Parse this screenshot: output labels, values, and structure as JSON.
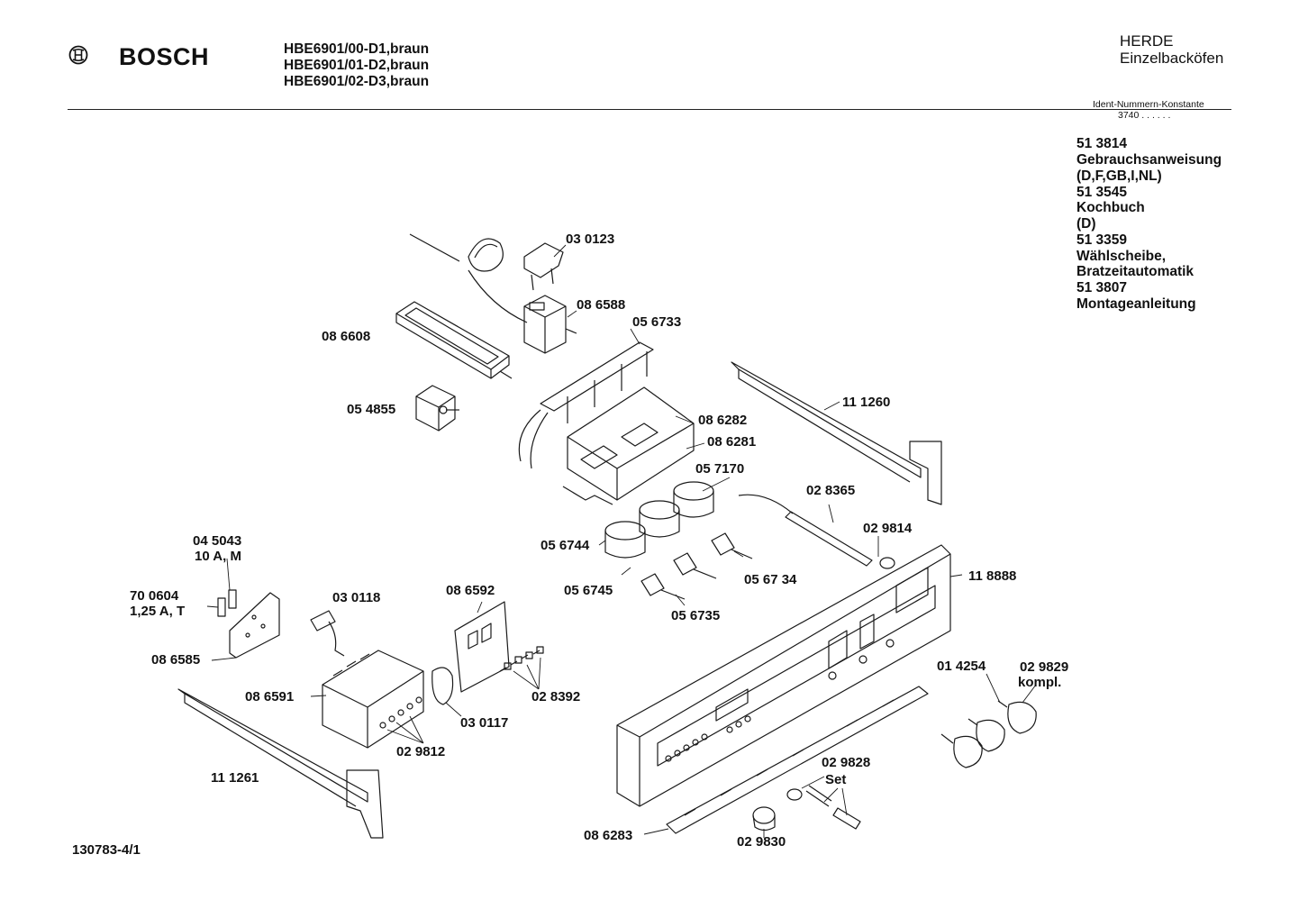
{
  "header": {
    "brand": "BOSCH",
    "models": [
      "HBE6901/00-D1,braun",
      "HBE6901/01-D2,braun",
      "HBE6901/02-D3,braun"
    ],
    "category": "HERDE",
    "subcategory": "Einzelbacköfen",
    "ident_label": "Ident-Nummern-Konstante",
    "ident_value": "3740  . .  . . . ."
  },
  "documents": [
    "51 3814",
    "Gebrauchsanweisung",
    "(D,F,GB,I,NL)",
    "51 3545",
    "Kochbuch",
    "(D)",
    "51 3359",
    "Wählscheibe,",
    "Bratzeitautomatik",
    "51 3807",
    "Montageanleitung"
  ],
  "parts": {
    "p030123": "03 0123",
    "p086588": "08 6588",
    "p056733": "05 6733",
    "p086608": "08 6608",
    "p054855": "05 4855",
    "p111260": "11 1260",
    "p086282": "08 6282",
    "p086281": "08 6281",
    "p057170": "05 7170",
    "p028365": "02 8365",
    "p029814": "02 9814",
    "p056744": "05 6744",
    "p056745": "05 6745",
    "p056734": "05 67 34",
    "p056735": "05 6735",
    "p118888": "11 8888",
    "p045043": "04 5043",
    "p045043b": "10 A, M",
    "p700604": "70 0604",
    "p700604b": "1,25 A, T",
    "p030118": "03 0118",
    "p086592": "08 6592",
    "p086585": "08 6585",
    "p086591": "08 6591",
    "p028392": "02 8392",
    "p030117": "03 0117",
    "p029812": "02 9812",
    "p014254": "01 4254",
    "p029829": "02 9829",
    "p029829b": "kompl.",
    "p111261": "11 1261",
    "p029828": "02 9828",
    "p029828b": "Set",
    "p086283": "08 6283",
    "p029830": "02 9830"
  },
  "footer": {
    "ref": "130783-4/1"
  }
}
